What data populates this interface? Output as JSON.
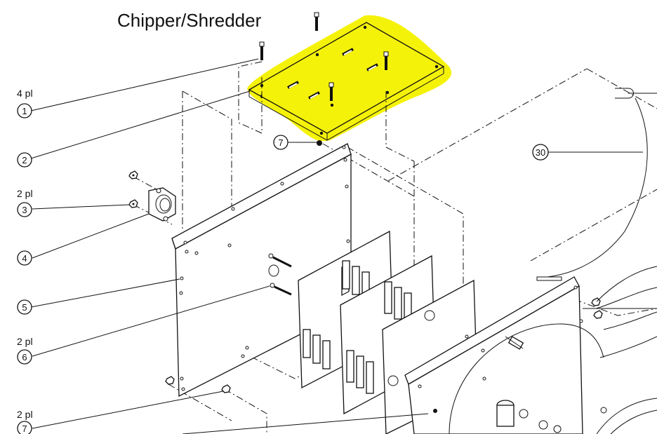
{
  "title": "Chipper/Shredder",
  "highlight_color": "#f5f20a",
  "callouts": [
    {
      "id": "1",
      "label": "1",
      "qty": "4 pl"
    },
    {
      "id": "2",
      "label": "2",
      "qty": ""
    },
    {
      "id": "3",
      "label": "3",
      "qty": "2 pl"
    },
    {
      "id": "4",
      "label": "4",
      "qty": ""
    },
    {
      "id": "5",
      "label": "5",
      "qty": ""
    },
    {
      "id": "6",
      "label": "6",
      "qty": "2 pl"
    },
    {
      "id": "7a",
      "label": "7",
      "qty": ""
    },
    {
      "id": "7b",
      "label": "7",
      "qty": "2 pl"
    },
    {
      "id": "30",
      "label": "30",
      "qty": ""
    }
  ]
}
